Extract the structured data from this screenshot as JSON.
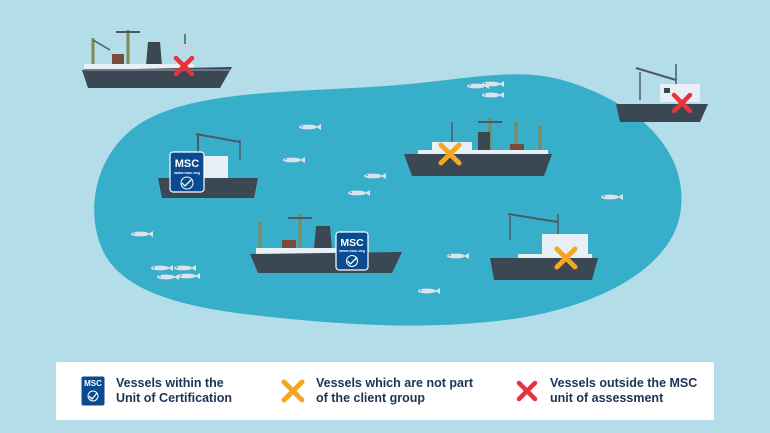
{
  "badge": {
    "brand": "MSC",
    "url": "www.msc.org"
  },
  "legend": {
    "items": [
      {
        "icon": "msc-logo-icon",
        "line1": "Vessels within the",
        "line2": "Unit of Certification"
      },
      {
        "icon": "orange-cross-icon",
        "line1": "Vessels which are not part",
        "line2": "of the client group"
      },
      {
        "icon": "red-cross-icon",
        "line1": "Vessels outside the MSC",
        "line2": "unit of assessment"
      }
    ]
  },
  "colors": {
    "background": "#b3dde9",
    "water": "#37afcb",
    "hull_dark": "#3b4752",
    "deck_white": "#e8f0f6",
    "msc_blue": "#0a4b8f",
    "orange_cross": "#f5a623",
    "red_cross": "#e8333f",
    "legend_text": "#1b3556"
  }
}
